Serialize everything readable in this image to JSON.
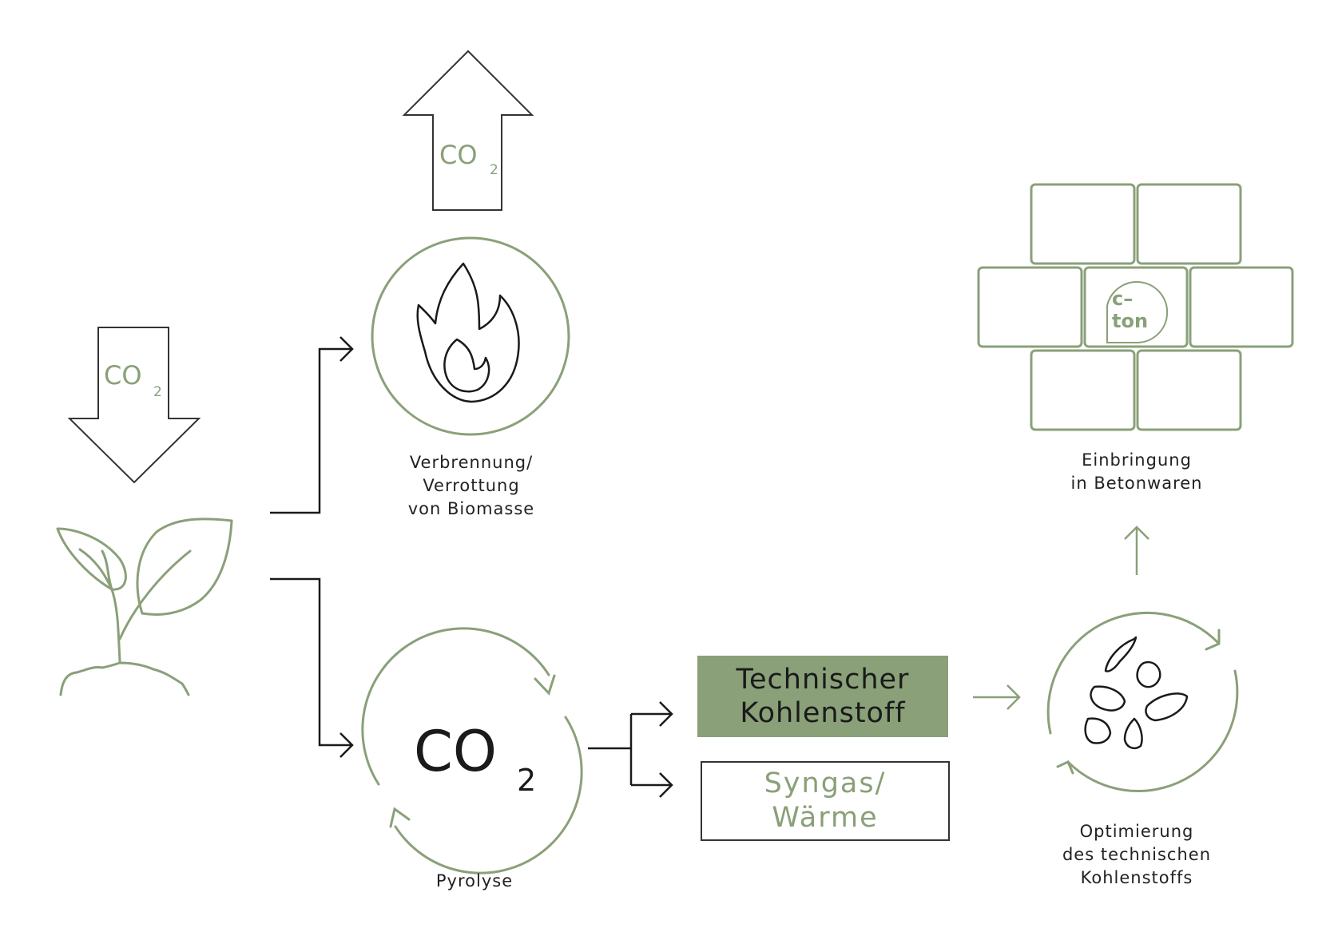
{
  "colors": {
    "green": "#8aa079",
    "dark": "#1a1a1a",
    "bg": "#ffffff"
  },
  "co2_down_arrow": {
    "main": "CO",
    "sub": "2"
  },
  "co2_up_arrow": {
    "main": "CO",
    "sub": "2"
  },
  "co2_center": {
    "main": "CO",
    "sub": "2"
  },
  "labels": {
    "combustion": [
      "Verbrennung/",
      "Verrottung",
      "von Biomasse"
    ],
    "pyrolysis": [
      "Pyrolyse"
    ],
    "tech_carbon": [
      "Technischer",
      "Kohlenstoff"
    ],
    "syngas": [
      "Syngas/",
      "Wärme"
    ],
    "optimization": [
      "Optimierung",
      "des technischen",
      "Kohlenstoffs"
    ],
    "concrete": [
      "Einbringung",
      "in Betonwaren"
    ]
  },
  "logo": {
    "line1": "c–",
    "line2": "ton"
  },
  "icons": [
    "plant-icon",
    "flame-icon",
    "carbon-pieces-icon",
    "brick-wall-icon",
    "c-ton-logo"
  ]
}
